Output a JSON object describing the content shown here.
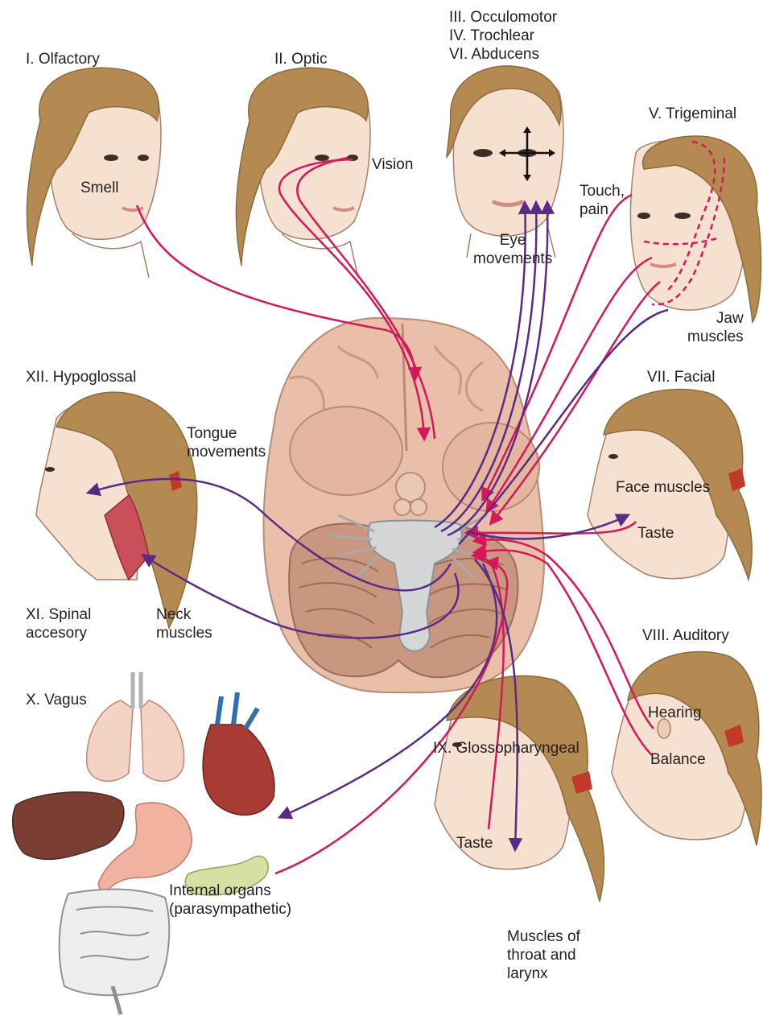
{
  "labels": {
    "olfactory_title": "I. Olfactory",
    "optic_title": "II. Optic",
    "oculomotor_title": "III. Occulomotor",
    "trochlear_title": "IV. Trochlear",
    "abducens_title": "VI. Abducens",
    "trigeminal_title": "V. Trigeminal",
    "smell": "Smell",
    "vision": "Vision",
    "eye_movements_1": "Eye",
    "eye_movements_2": "movements",
    "touch_pain_1": "Touch,",
    "touch_pain_2": "pain",
    "jaw_muscles_1": "Jaw",
    "jaw_muscles_2": "muscles",
    "hypoglossal_title": "XII. Hypoglossal",
    "tongue_movements_1": "Tongue",
    "tongue_movements_2": "movements",
    "facial_title": "VII. Facial",
    "face_muscles": "Face muscles",
    "facial_taste": "Taste",
    "spinal_accessory_1": "XI. Spinal",
    "spinal_accessory_2": "accesory",
    "neck_muscles_1": "Neck",
    "neck_muscles_2": "muscles",
    "auditory_title": "VIII. Auditory",
    "hearing": "Hearing",
    "balance": "Balance",
    "vagus_title": "X. Vagus",
    "glossopharyngeal_title": "IX. Glossopharyngeal",
    "glosso_taste": "Taste",
    "internal_organs_1": "Internal organs",
    "internal_organs_2": "(parasympathetic)",
    "throat_1": "Muscles of",
    "throat_2": "throat and",
    "throat_3": "larynx"
  },
  "colors": {
    "sensory": "#d6185a",
    "motor": "#5b2a86",
    "skin": "#f6e0cf",
    "hair": "#b58a52",
    "brain": "#e9bfa9",
    "brainstem": "#d4d6d8"
  }
}
